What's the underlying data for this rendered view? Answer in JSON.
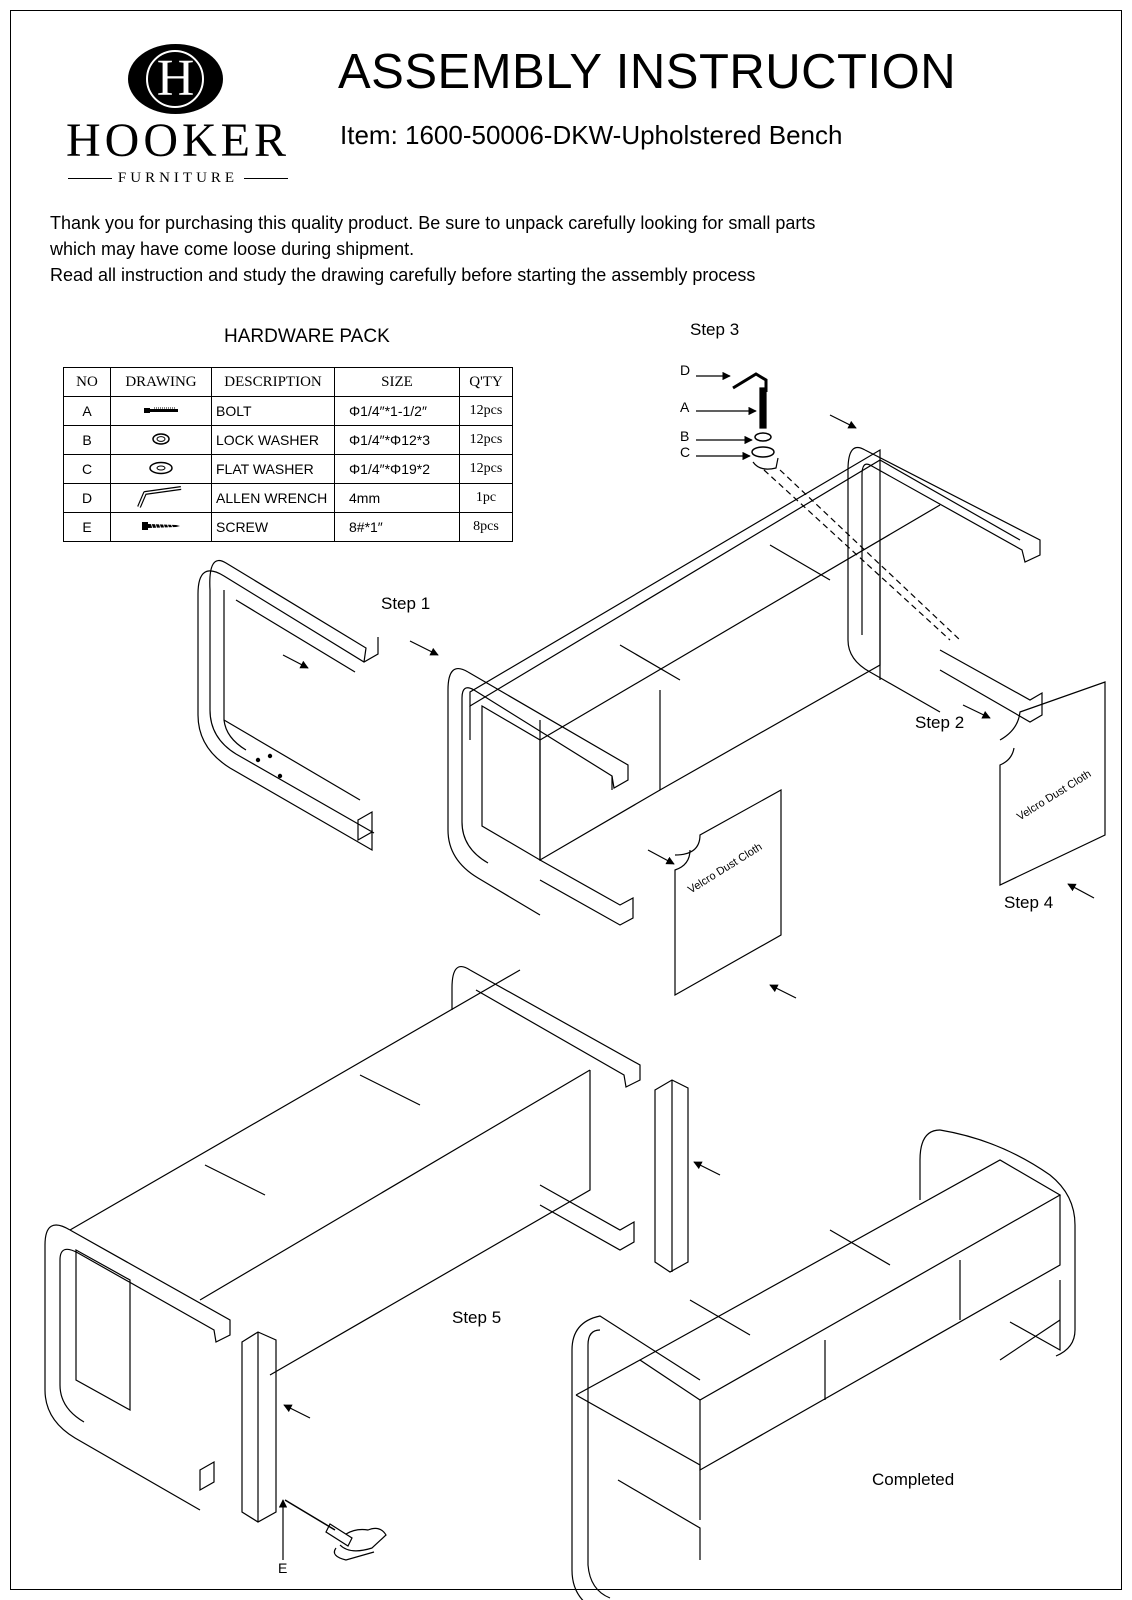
{
  "brand": {
    "logo_letter": "H",
    "name": "HOOKER",
    "sub": "FURNITURE"
  },
  "header": {
    "title": "ASSEMBLY INSTRUCTION",
    "item": "Item: 1600-50006-DKW-Upholstered Bench"
  },
  "intro": {
    "line1": "Thank you for purchasing this quality product. Be sure to unpack carefully looking for small parts",
    "line2": "which may have come loose during shipment.",
    "line3": "Read all instruction and study the drawing carefully before starting the assembly process"
  },
  "hardware": {
    "title": "HARDWARE PACK",
    "headers": [
      "NO",
      "DRAWING",
      "DESCRIPTION",
      "SIZE",
      "Q'TY"
    ],
    "rows": [
      {
        "no": "A",
        "icon": "bolt-icon",
        "description": "BOLT",
        "size": "Φ1/4″*1-1/2″",
        "qty": "12pcs"
      },
      {
        "no": "B",
        "icon": "lock-washer-icon",
        "description": "LOCK WASHER",
        "size": "Φ1/4″*Φ12*3",
        "qty": "12pcs"
      },
      {
        "no": "C",
        "icon": "flat-washer-icon",
        "description": "FLAT WASHER",
        "size": "Φ1/4″*Φ19*2",
        "qty": "12pcs"
      },
      {
        "no": "D",
        "icon": "allen-wrench-icon",
        "description": "ALLEN WRENCH",
        "size": "4mm",
        "qty": "1pc"
      },
      {
        "no": "E",
        "icon": "screw-icon",
        "description": "SCREW",
        "size": "8#*1″",
        "qty": "8pcs"
      }
    ]
  },
  "steps": {
    "step1": "Step 1",
    "step2": "Step 2",
    "step3": "Step 3",
    "step4": "Step 4",
    "step5": "Step 5",
    "completed": "Completed"
  },
  "callouts": {
    "a": "A",
    "b": "B",
    "c": "C",
    "d": "D",
    "e": "E"
  },
  "dust_cloth_label": "Velcro Dust Cloth"
}
